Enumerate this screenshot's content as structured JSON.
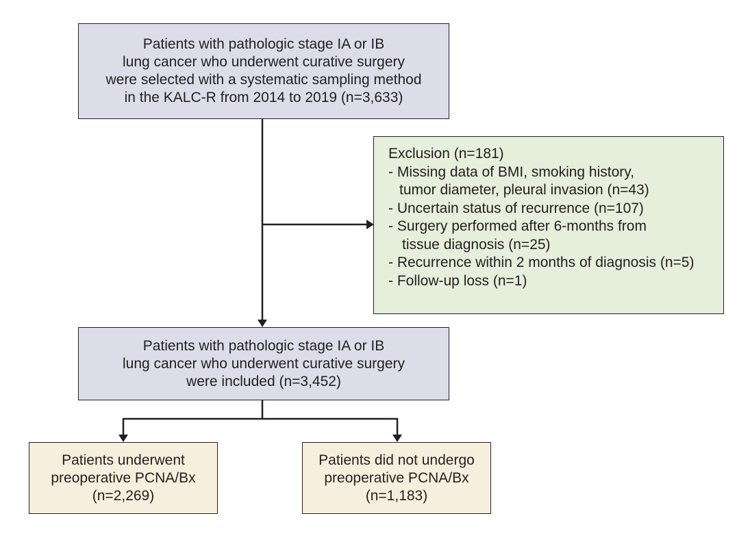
{
  "boxes": {
    "top": [
      "Patients with pathologic stage IA or IB",
      "lung cancer who underwent curative surgery",
      "were selected with a systematic sampling method",
      "in the KALC-R from 2014 to 2019 (n=3,633)"
    ],
    "exclusion": {
      "title": "Exclusion (n=181)",
      "items": [
        "- Missing data of BMI, smoking history,",
        "tumor diameter, pleural invasion (n=43)",
        "- Uncertain status of recurrence (n=107)",
        "- Surgery performed after 6-months from",
        "tissue diagnosis (n=25)",
        "- Recurrence within 2 months of diagnosis (n=5)",
        "- Follow-up loss (n=1)"
      ]
    },
    "included": [
      "Patients with pathologic stage IA or IB",
      "lung cancer who underwent curative surgery",
      "were included (n=3,452)"
    ],
    "left": [
      "Patients underwent",
      "preoperative PCNA/Bx",
      "(n=2,269)"
    ],
    "right": [
      "Patients did not undergo",
      "preoperative PCNA/Bx",
      "(n=1,183)"
    ]
  },
  "colors": {
    "blue_box": "#dddde9",
    "green_box": "#e6eedc",
    "tan_box": "#f7efdd",
    "line": "#231f20"
  }
}
